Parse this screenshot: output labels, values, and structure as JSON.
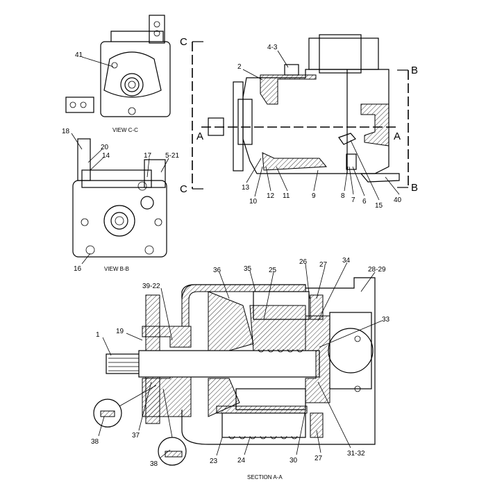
{
  "views": {
    "view_cc": {
      "caption": "VIEW C-C",
      "callouts": [
        "41"
      ]
    },
    "view_bb": {
      "caption": "VIEW B-B",
      "callouts": [
        "18",
        "20",
        "14",
        "17",
        "5-21",
        "16"
      ]
    },
    "side_view": {
      "section_marks": [
        "C",
        "C",
        "B",
        "B",
        "A",
        "A"
      ],
      "callouts": [
        "4-3",
        "2",
        "13",
        "10",
        "12",
        "11",
        "9",
        "8",
        "7",
        "6",
        "15",
        "40"
      ]
    },
    "section_aa": {
      "caption": "SECTION A-A",
      "callouts": [
        "36",
        "35",
        "25",
        "26",
        "27",
        "34",
        "28-29",
        "39-22",
        "19",
        "1",
        "33",
        "38",
        "37",
        "38",
        "23",
        "24",
        "30",
        "27",
        "31-32"
      ]
    }
  }
}
